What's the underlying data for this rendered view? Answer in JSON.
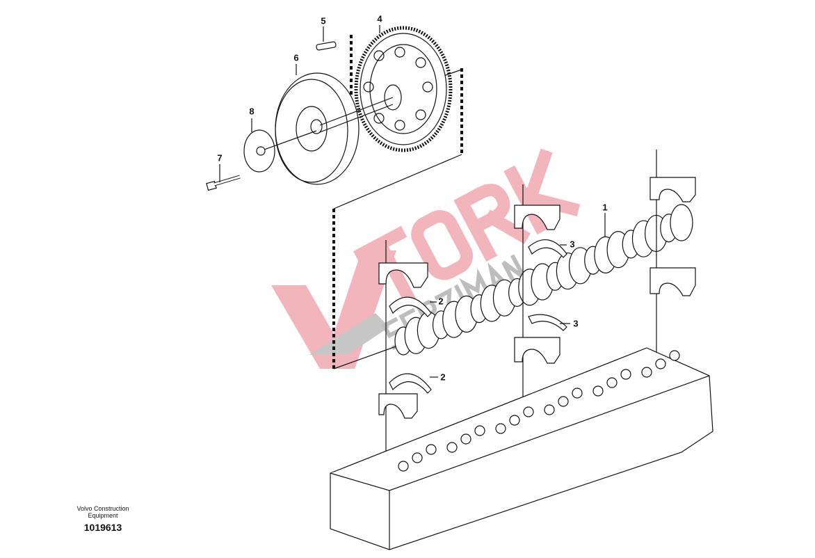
{
  "diagram": {
    "callouts": [
      {
        "id": "c5",
        "label": "5"
      },
      {
        "id": "c4",
        "label": "4"
      },
      {
        "id": "c6",
        "label": "6"
      },
      {
        "id": "c8",
        "label": "8"
      },
      {
        "id": "c7",
        "label": "7"
      },
      {
        "id": "c1",
        "label": "1"
      },
      {
        "id": "c3a",
        "label": "3"
      },
      {
        "id": "c2a",
        "label": "2"
      },
      {
        "id": "c3b",
        "label": "3"
      },
      {
        "id": "c2b",
        "label": "2"
      }
    ],
    "publisher": "Volvo Construction Equipment",
    "publisher_line1": "Volvo Construction",
    "publisher_line2": "Equipment",
    "drawing_number": "1019613",
    "watermark": {
      "line1": "TORK",
      "line2": "SERZIMAN",
      "color": "#e8868e"
    }
  }
}
